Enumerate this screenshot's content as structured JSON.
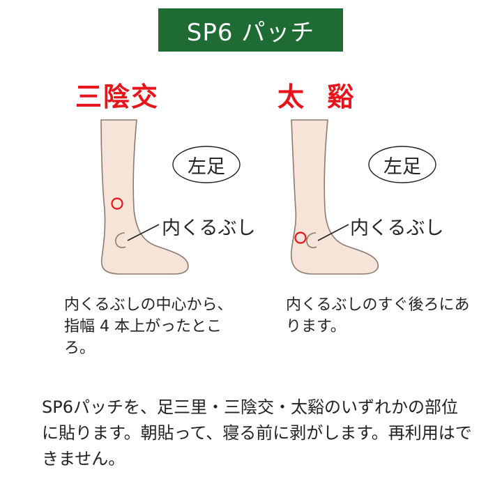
{
  "title": "SP6 パッチ",
  "left_panel": {
    "point_name": "三陰交",
    "side_label": "左足",
    "callout": "内くるぶし",
    "description": "内くるぶしの中心から、指幅 4 本上がったところ。"
  },
  "right_panel": {
    "point_name": "太 谿",
    "side_label": "左足",
    "callout": "内くるぶし",
    "description": "内くるぶしのすぐ後ろにあります。"
  },
  "footer": "SP6パッチを、足三里・三陰交・太谿のいずれかの部位に貼ります。朝貼って、寝る前に剥がします。再利用はできません。",
  "colors": {
    "banner": "#1f6b34",
    "point_name": "#e8141b",
    "skin": "#f7e4d8",
    "outline": "#8a7a70",
    "marker": "#e8141b"
  }
}
